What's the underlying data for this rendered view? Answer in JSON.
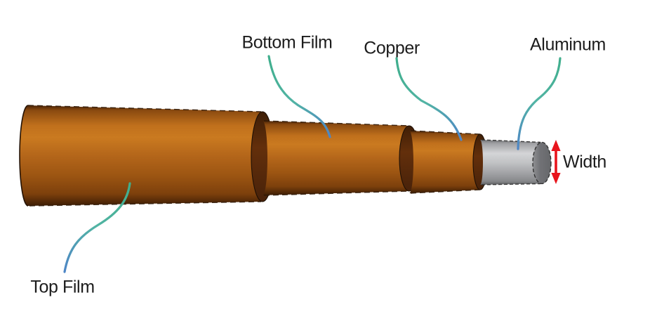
{
  "figure": {
    "background": "#ffffff",
    "labels": {
      "bottom_film": "Bottom Film",
      "copper": "Copper",
      "aluminum": "Aluminum",
      "top_film": "Top Film",
      "width": "Width"
    },
    "layers": [
      {
        "name": "Top Film",
        "material_color": "#b4661a"
      },
      {
        "name": "Bottom Film",
        "material_color": "#b4661a"
      },
      {
        "name": "Copper",
        "material_color": "#b4661a"
      },
      {
        "name": "Aluminum",
        "material_color": "#b9babd"
      }
    ],
    "colors": {
      "film_highlight": "#ca7a20",
      "film_mid": "#b4661a",
      "film_shadow": "#7d400c",
      "end_face_brown": "#582b0a",
      "aluminum_highlight": "#d4d5d7",
      "aluminum_mid": "#b0b1b4",
      "aluminum_cap": "#6d6e71",
      "leader_green": "#3fae8c",
      "leader_teal": "#52b4a4",
      "leader_blue": "#4d85c6",
      "arrow_red": "#e8151d",
      "label_text": "#1c1c1c"
    }
  }
}
